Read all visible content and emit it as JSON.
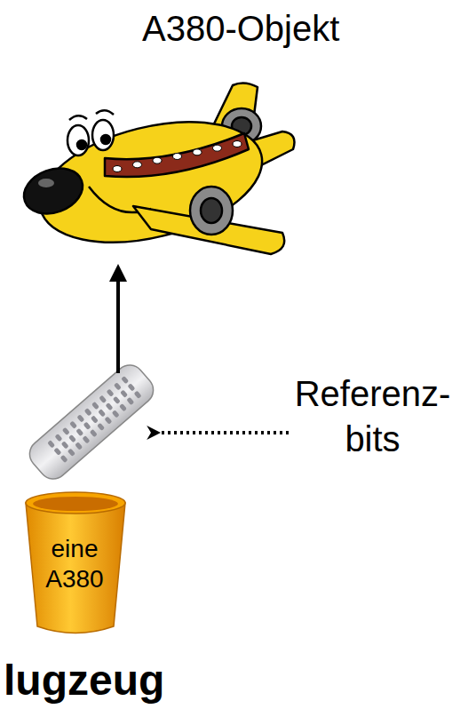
{
  "diagram": {
    "nodes": [
      {
        "text": [
          "A380-Objekt"
        ]
      },
      {
        "text": [
          "eine A380",
          "lugzeug"
        ]
      }
    ],
    "edges": [
      {
        "from": 1,
        "to": 0,
        "arrow": "to"
      }
    ],
    "labels": [
      "Referenz- bits"
    ]
  }
}
